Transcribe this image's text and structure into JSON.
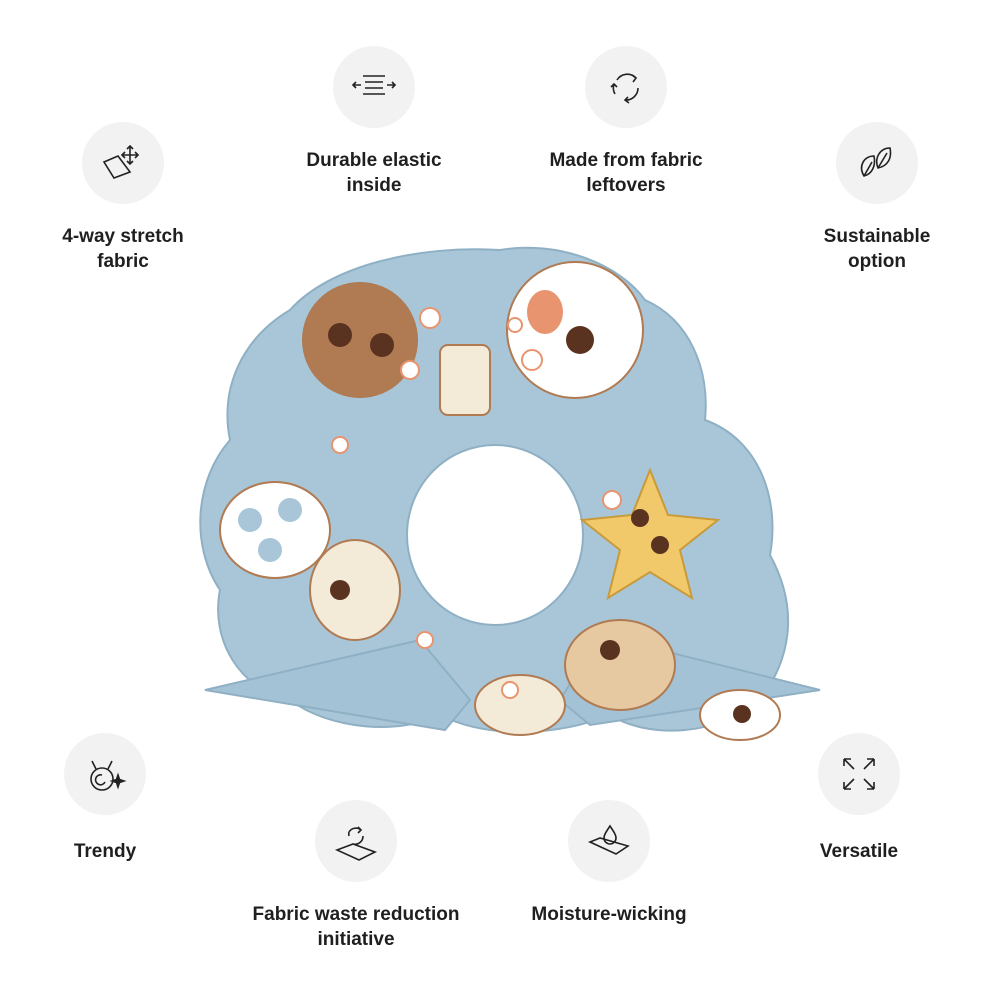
{
  "features": [
    {
      "id": "stretch",
      "icon": "stretch-fabric-icon",
      "lines": [
        "4-way stretch",
        "fabric"
      ]
    },
    {
      "id": "elastic",
      "icon": "elastic-icon",
      "lines": [
        "Durable elastic",
        "inside"
      ]
    },
    {
      "id": "leftovers",
      "icon": "recycle-icon",
      "lines": [
        "Made from fabric",
        "leftovers"
      ]
    },
    {
      "id": "sustainable",
      "icon": "leaves-icon",
      "lines": [
        "Sustainable",
        "option"
      ]
    },
    {
      "id": "trendy",
      "icon": "trendy-cat-icon",
      "lines": [
        "Trendy"
      ]
    },
    {
      "id": "waste",
      "icon": "fabric-recycle-icon",
      "lines": [
        "Fabric waste reduction",
        "initiative"
      ]
    },
    {
      "id": "moisture",
      "icon": "droplet-icon",
      "lines": [
        "Moisture-wicking"
      ]
    },
    {
      "id": "versatile",
      "icon": "expand-arrows-icon",
      "lines": [
        "Versatile"
      ]
    }
  ],
  "product": {
    "name": "scrunchie",
    "base_color": "#a8c6d8",
    "accent_colors": [
      "#b07a52",
      "#f2c96a",
      "#ffffff",
      "#e8946e"
    ]
  }
}
